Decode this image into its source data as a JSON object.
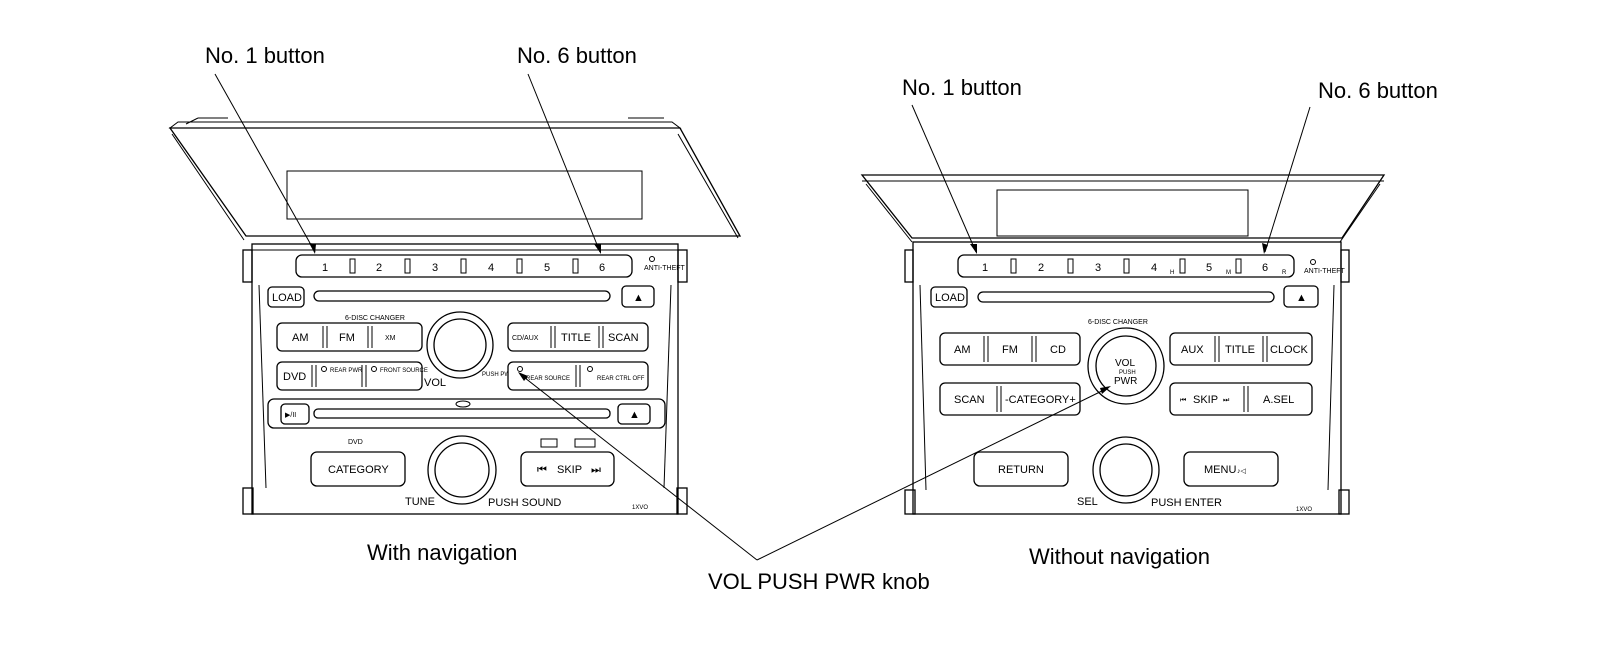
{
  "labels": {
    "left_no1": "No. 1 button",
    "left_no6": "No. 6 button",
    "right_no1": "No. 1 button",
    "right_no6": "No. 6 button",
    "knob": "VOL PUSH PWR knob",
    "left_caption": "With navigation",
    "right_caption": "Without navigation"
  },
  "left_unit": {
    "presets": [
      "1",
      "2",
      "3",
      "4",
      "5",
      "6"
    ],
    "anti_theft": "ANTI-THEFT",
    "load": "LOAD",
    "eject": "▲",
    "changer": "6-DISC CHANGER",
    "row1_left": [
      "AM",
      "FM",
      "XM"
    ],
    "row1_right": [
      "CD/AUX",
      "TITLE",
      "SCAN"
    ],
    "row2_left": [
      "DVD",
      "REAR PWR",
      "FRONT SOURCE"
    ],
    "row2_right": [
      "REAR SOURCE",
      "REAR CTRL OFF"
    ],
    "vol": "VOL",
    "push_pwr": "PUSH PWR",
    "play_pause": "▶/II",
    "dvd_logo": "DVD",
    "category": "CATEGORY",
    "skip": "SKIP",
    "tune": "TUNE",
    "push_sound": "PUSH SOUND",
    "model": "1XVO"
  },
  "right_unit": {
    "presets": [
      "1",
      "2",
      "3",
      "4",
      "5",
      "6"
    ],
    "preset_marks": [
      "",
      "",
      "",
      "H",
      "M",
      "R"
    ],
    "anti_theft": "ANTI-THEFT",
    "load": "LOAD",
    "eject": "▲",
    "changer": "6-DISC CHANGER",
    "row1_left": [
      "AM",
      "FM",
      "CD"
    ],
    "row1_right": [
      "AUX",
      "TITLE",
      "CLOCK"
    ],
    "row2_left": [
      "SCAN",
      "-CATEGORY+"
    ],
    "row2_right": [
      "SKIP",
      "A.SEL"
    ],
    "knob_vol": "VOL",
    "knob_push": "PUSH",
    "knob_pwr": "PWR",
    "return": "RETURN",
    "menu": "MENU",
    "sel": "SEL",
    "push_enter": "PUSH ENTER",
    "model": "1XVO"
  }
}
